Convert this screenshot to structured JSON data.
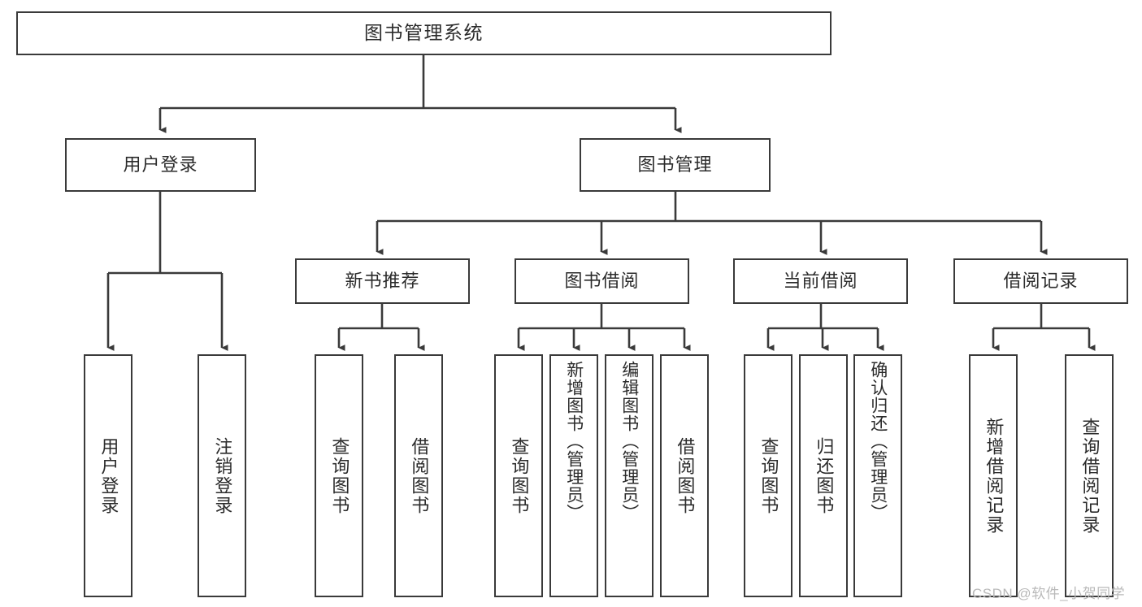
{
  "diagram": {
    "title": "图书管理系统",
    "type": "tree",
    "watermark": "CSDN @软件_小贺同学",
    "stroke_color": "#3a3a3a",
    "text_color": "#2b2b2b",
    "background": "#ffffff",
    "levels": {
      "root": "图书管理系统",
      "tier1": [
        "用户登录",
        "图书管理"
      ],
      "tier2": [
        "新书推荐",
        "图书借阅",
        "当前借阅",
        "借阅记录"
      ]
    },
    "nodes": {
      "root": "图书管理系统",
      "user_login": "用户登录",
      "book_manage": "图书管理",
      "new_book_rec": "新书推荐",
      "book_borrow": "图书借阅",
      "current_borrow": "当前借阅",
      "borrow_record": "借阅记录",
      "leaf_user_login": "用户登录",
      "leaf_user_logout": "注销登录",
      "leaf_query_book_a": "查询图书",
      "leaf_borrow_book_a": "借阅图书",
      "leaf_query_book_b": "查询图书",
      "leaf_add_book": "新增图书（管理员）",
      "leaf_edit_book": "编辑图书（管理员）",
      "leaf_borrow_book_b": "借阅图书",
      "leaf_query_book_c": "查询图书",
      "leaf_return_book": "归还图书",
      "leaf_confirm_return": "确认归还（管理员）",
      "leaf_add_record": "新增借阅记录",
      "leaf_query_record": "查询借阅记录"
    },
    "edges": [
      {
        "from": "图书管理系统",
        "to": "用户登录"
      },
      {
        "from": "图书管理系统",
        "to": "图书管理"
      },
      {
        "from": "用户登录",
        "to": "用户登录"
      },
      {
        "from": "用户登录",
        "to": "注销登录"
      },
      {
        "from": "图书管理",
        "to": "新书推荐"
      },
      {
        "from": "图书管理",
        "to": "图书借阅"
      },
      {
        "from": "图书管理",
        "to": "当前借阅"
      },
      {
        "from": "图书管理",
        "to": "借阅记录"
      },
      {
        "from": "新书推荐",
        "to": "查询图书"
      },
      {
        "from": "新书推荐",
        "to": "借阅图书"
      },
      {
        "from": "图书借阅",
        "to": "查询图书"
      },
      {
        "from": "图书借阅",
        "to": "新增图书（管理员）"
      },
      {
        "from": "图书借阅",
        "to": "编辑图书（管理员）"
      },
      {
        "from": "图书借阅",
        "to": "借阅图书"
      },
      {
        "from": "当前借阅",
        "to": "查询图书"
      },
      {
        "from": "当前借阅",
        "to": "归还图书"
      },
      {
        "from": "当前借阅",
        "to": "确认归还（管理员）"
      },
      {
        "from": "借阅记录",
        "to": "新增借阅记录"
      },
      {
        "from": "借阅记录",
        "to": "查询借阅记录"
      }
    ]
  }
}
